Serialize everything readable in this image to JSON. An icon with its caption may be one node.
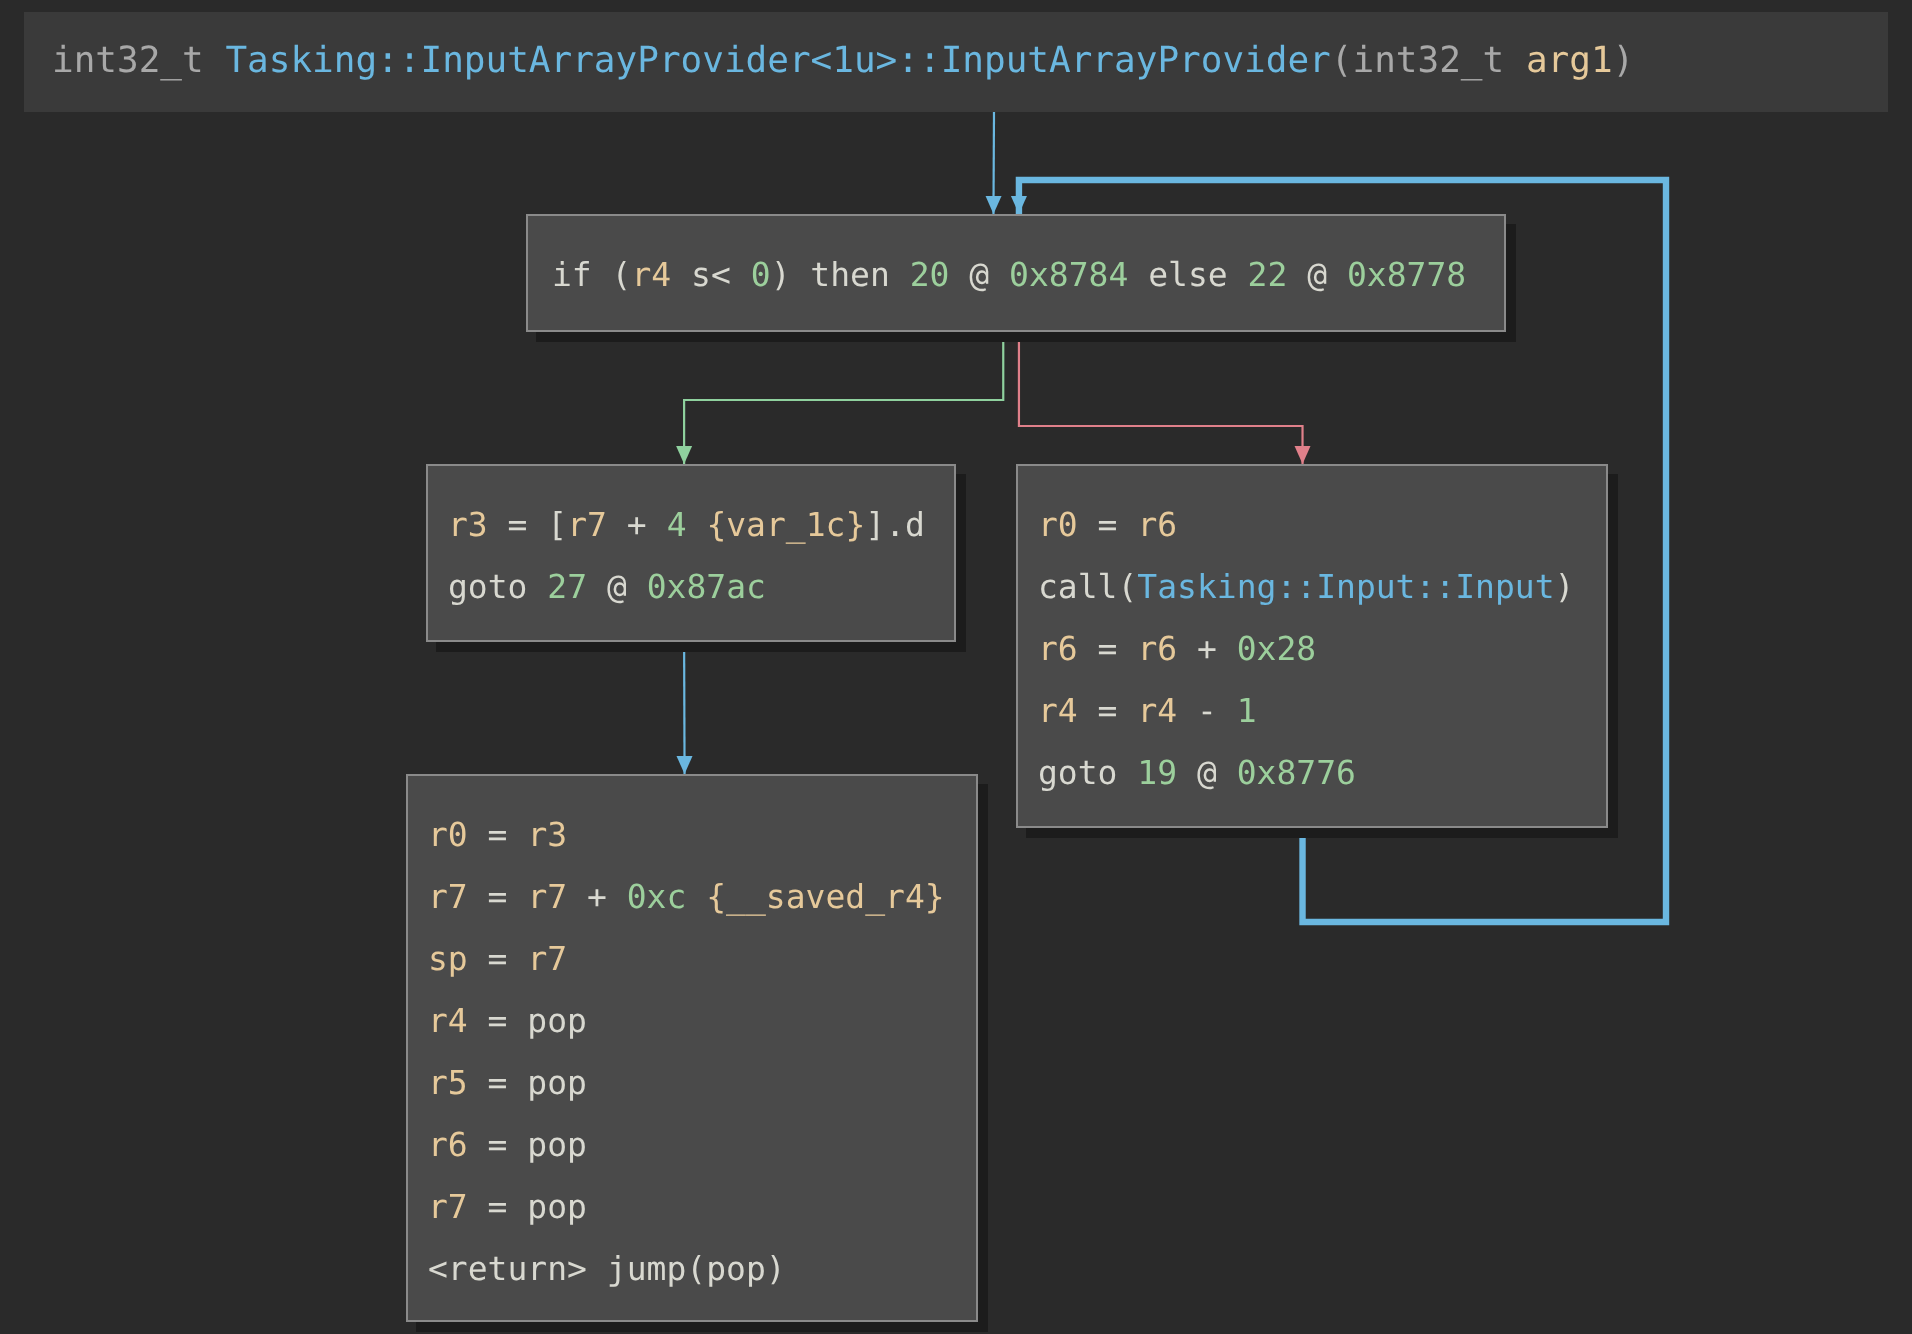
{
  "diagram": {
    "title": "int32_t Tasking::InputArrayProvider<1u>::InputArrayProvider(int32_t arg1)",
    "nodes": [
      {
        "text": [
          "if (r4 s< 0) then 20 @ 0x8784 else 22 @ 0x8778"
        ]
      },
      {
        "text": [
          "r3 = [r7 + 4 {var_1c}].d",
          "goto 27 @ 0x87ac"
        ]
      },
      {
        "text": [
          "r0 = r6",
          "call(Tasking::Input::Input)",
          "r6 = r6 + 0x28",
          "r4 = r4 - 1",
          "goto 19 @ 0x8776"
        ]
      },
      {
        "text": [
          "r0 = r3",
          "r7 = r7 + 0xc {__saved_r4}",
          "sp = r7",
          "r4 = pop",
          "r5 = pop",
          "r6 = pop",
          "r7 = pop",
          "<return> jump(pop)"
        ]
      }
    ],
    "edges": [
      {
        "from": null,
        "to": 0,
        "arrow": "to"
      },
      {
        "from": 0,
        "to": 1,
        "arrow": "to",
        "color": "#8fd19e"
      },
      {
        "from": 0,
        "to": 2,
        "arrow": "to",
        "color": "#e0808a"
      },
      {
        "from": 1,
        "to": 3,
        "arrow": "to"
      },
      {
        "from": 2,
        "to": 0,
        "arrow": "to",
        "style": "thick"
      }
    ]
  }
}
